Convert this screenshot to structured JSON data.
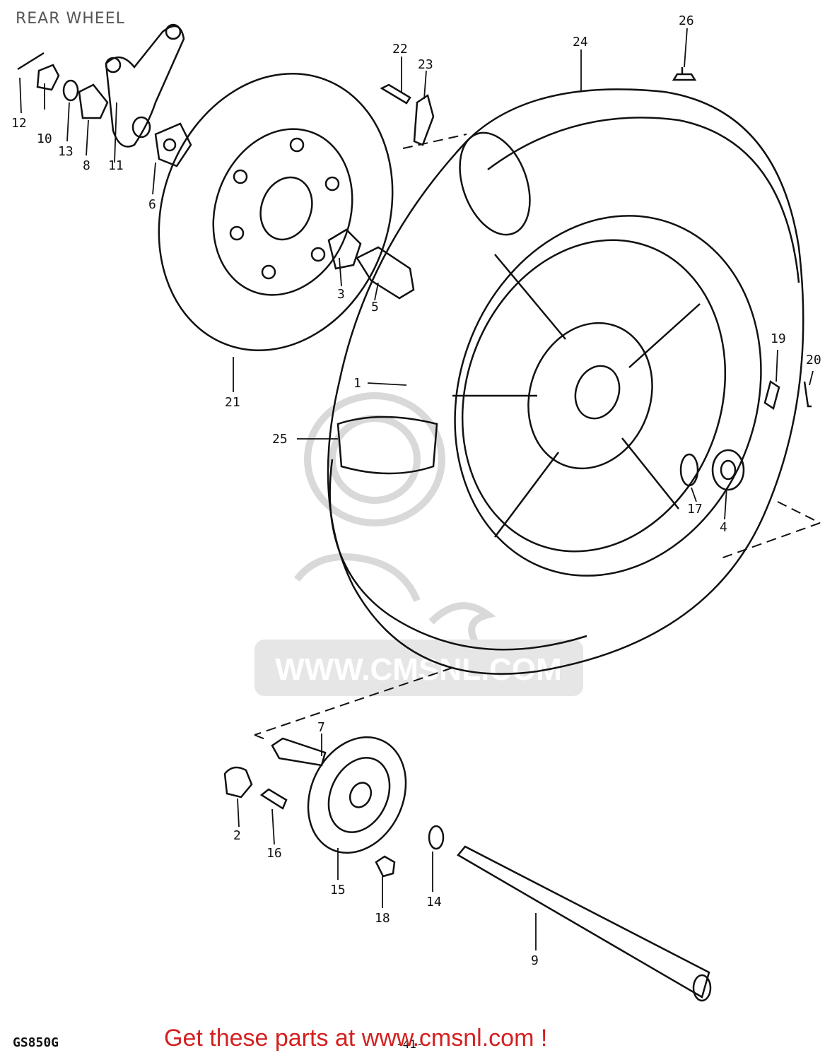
{
  "title": "REAR WHEEL",
  "model_code": "GS850G",
  "page_number": "-41-",
  "call_to_action": "Get these parts at www.cmsnl.com !",
  "watermark": {
    "text": "WWW.CMSNL.COM",
    "logo": "CMS"
  },
  "colors": {
    "line": "#111111",
    "watermark": "#d9d9d9",
    "cta": "#d42020"
  },
  "part_labels": [
    "1",
    "2",
    "3",
    "4",
    "5",
    "6",
    "7",
    "8",
    "9",
    "10",
    "11",
    "12",
    "13",
    "14",
    "15",
    "16",
    "17",
    "18",
    "19",
    "20",
    "21",
    "22",
    "23",
    "24",
    "25",
    "26"
  ]
}
